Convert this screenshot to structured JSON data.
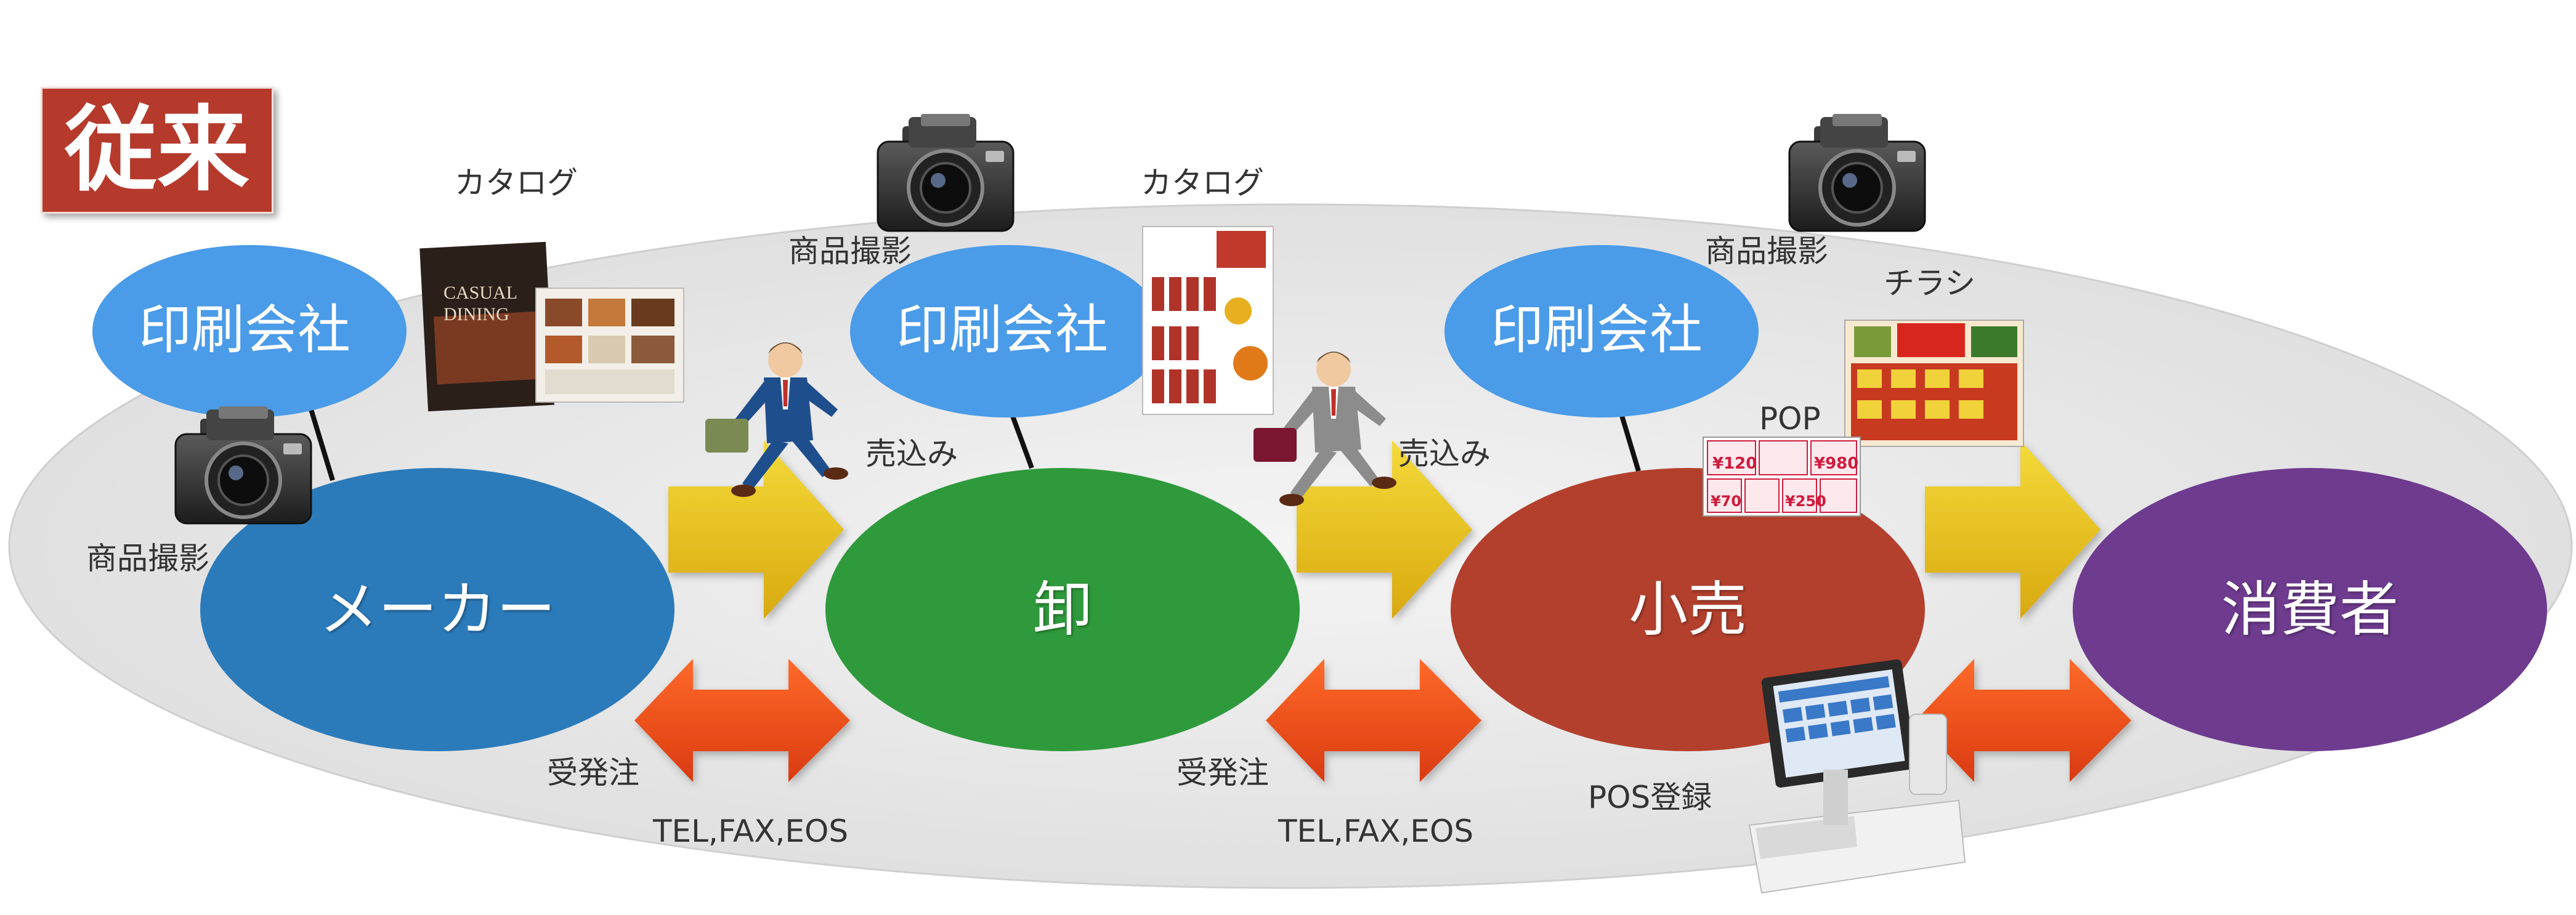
{
  "header": {
    "title": "従来"
  },
  "printers": {
    "left": "印刷会社",
    "center": "印刷会社",
    "right": "印刷会社"
  },
  "nodes": {
    "maker": "メーカー",
    "wholesale": "卸",
    "retail": "小売",
    "consumer": "消費者"
  },
  "labels": {
    "catalog_1": "カタログ",
    "catalog_2": "カタログ",
    "photo_left": "商品撮影",
    "photo_center": "商品撮影",
    "photo_right": "商品撮影",
    "sales_1": "売込み",
    "sales_2": "売込み",
    "flyer": "チラシ",
    "pop": "POP",
    "orders_1": "受発注",
    "orders_2": "受発注",
    "channels_1": "TEL,FAX,EOS",
    "channels_2": "TEL,FAX,EOS",
    "pos": "POS登録"
  },
  "pop_prices": [
    "¥120",
    "¥980",
    "¥70",
    "¥250"
  ],
  "colors": {
    "maker": "#2b7bbb",
    "wholesale": "#2f9a3c",
    "retail": "#b3402d",
    "consumer": "#6e3b8f",
    "printer": "#4a9be8",
    "flow_arrow": "#e8c21a",
    "order_arrow": "#e84a1c",
    "title_bg": "#b53a2c",
    "background_ellipse": "#e6e6e6"
  },
  "icons": [
    "camera-icon",
    "businessman-icon",
    "pos-terminal-icon",
    "catalog-image",
    "flyer-image",
    "pop-image"
  ]
}
